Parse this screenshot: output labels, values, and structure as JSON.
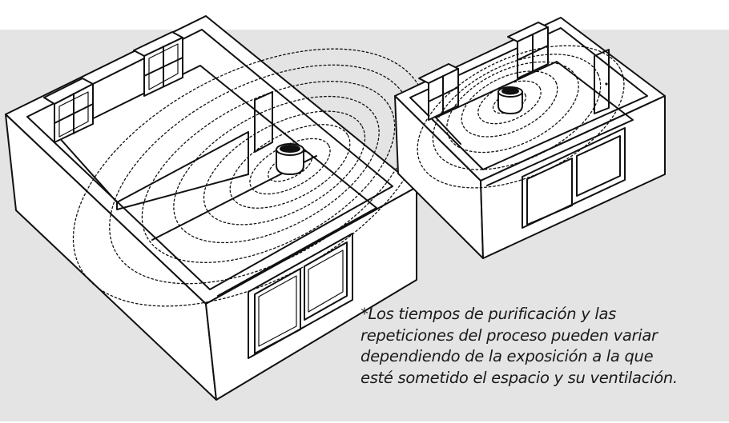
{
  "note": {
    "lines": [
      "*Los tiempos de purificación y las",
      "repeticiones del proceso pueden variar",
      "dependiendo de la exposición a la que",
      "esté sometido el espacio y su ventilación."
    ]
  },
  "colors": {
    "background_panel": "#e4e4e4",
    "line": "#111111",
    "fill": "#ffffff"
  },
  "icons": {
    "large_room": "room-isometric-icon",
    "small_room": "room-isometric-icon",
    "purifier": "air-purifier-icon",
    "wave": "dotted-wave-icon"
  }
}
